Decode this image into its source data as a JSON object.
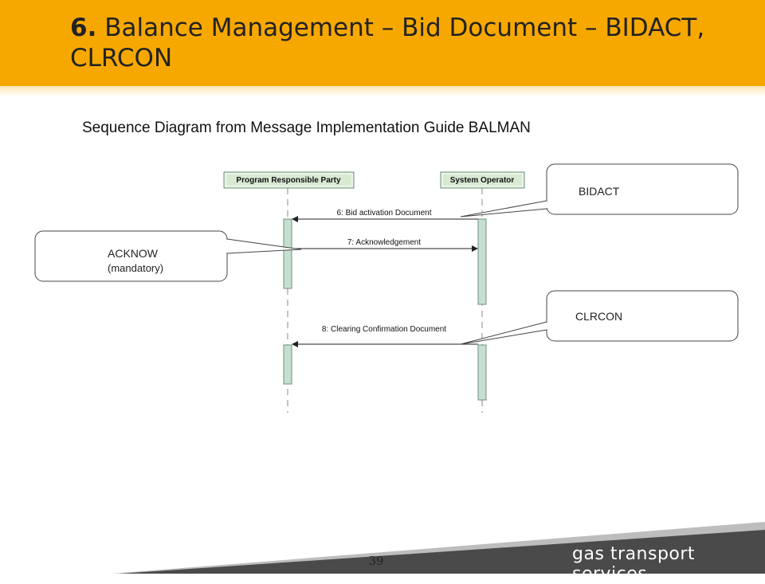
{
  "slide": {
    "title_number": "6.",
    "title_text": "Balance Management – Bid Document – BIDACT, CLRCON",
    "subtitle": "Sequence Diagram from Message Implementation Guide BALMAN",
    "page_number": "39",
    "brand": "gas transport services"
  },
  "diagram": {
    "participants": [
      "Program Responsible Party",
      "System Operator"
    ],
    "messages": [
      {
        "number": "6:",
        "label": "6: Bid activation Document",
        "from": "System Operator",
        "to": "Program Responsible Party"
      },
      {
        "number": "7:",
        "label": "7: Acknowledgement",
        "from": "Program Responsible Party",
        "to": "System Operator"
      },
      {
        "number": "8:",
        "label": "8: Clearing Confirmation Document",
        "from": "System Operator",
        "to": "Program Responsible Party"
      }
    ],
    "callouts": {
      "bidact": "BIDACT",
      "acknow_line1": "ACKNOW",
      "acknow_line2": "(mandatory)",
      "clrcon": "CLRCON"
    }
  },
  "colors": {
    "header": "#f7a800",
    "lifeline_box": "#d9ead3",
    "activation": "#c5e0d0",
    "footer": "#4a4a4a"
  }
}
